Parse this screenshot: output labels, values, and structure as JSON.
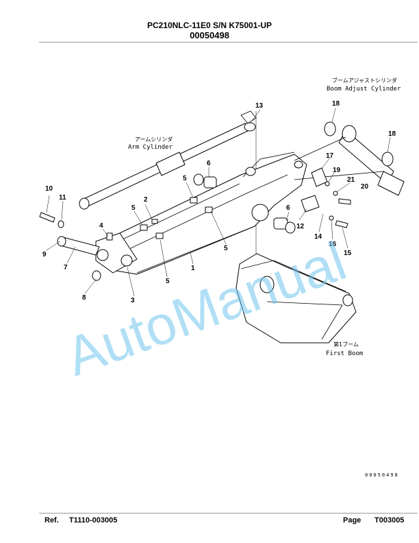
{
  "header": {
    "model": "PC210NLC-11E0 S/N K75001-UP",
    "number": "00050498"
  },
  "diagram": {
    "labels": {
      "arm_cylinder_jp": "アームシリンダ",
      "arm_cylinder_en": "Arm Cylinder",
      "boom_adjust_jp": "ブームアジャストシリンダ",
      "boom_adjust_en": "Boom Adjust Cylinder",
      "first_boom_jp": "第1ブーム",
      "first_boom_en": "First Boom"
    },
    "figure_number": "00050498",
    "watermark": "AutoManual",
    "callouts": [
      "13",
      "18",
      "18",
      "6",
      "5",
      "17",
      "19",
      "21",
      "20",
      "10",
      "11",
      "2",
      "5",
      "6",
      "12",
      "4",
      "9",
      "7",
      "14",
      "16",
      "15",
      "5",
      "1",
      "8",
      "3",
      "5"
    ]
  },
  "footer": {
    "ref_label": "Ref.",
    "ref_value": "T1110-003005",
    "page_label": "Page",
    "page_value": "T003005"
  }
}
